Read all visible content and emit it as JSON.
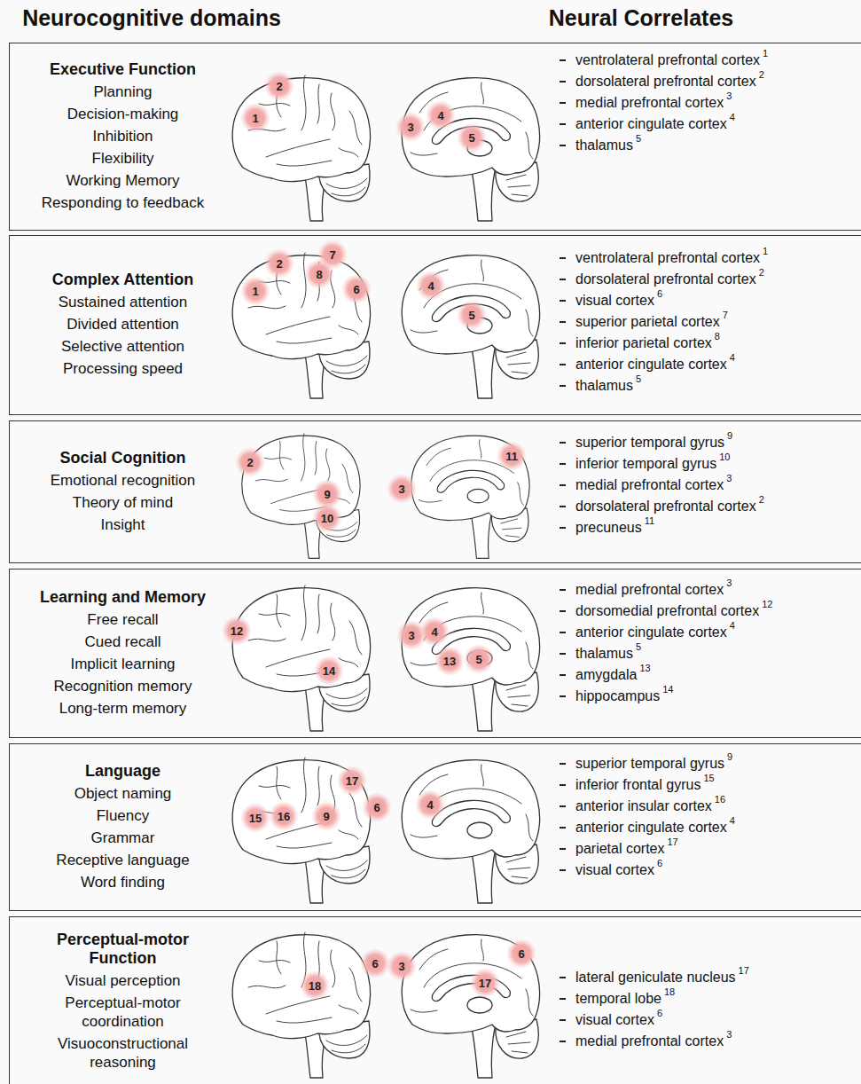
{
  "diagram": {
    "nodes": [
      {
        "text": [
          "Executive Function",
          "Planning",
          "Decision-making",
          "Inhibition",
          "Flexibility",
          "Working Memory",
          "Responding to feedback",
          "ventrolateral prefrontal cortex",
          "dorsolateral prefrontal cortex",
          "medial prefrontal cortex",
          "anterior cingulate cortex",
          "thalamus"
        ]
      },
      {
        "text": [
          "Complex Attention",
          "Sustained attention",
          "Divided attention",
          "Selective attention",
          "Processing speed",
          "ventrolateral prefrontal cortex",
          "dorsolateral prefrontal cortex",
          "visual cortex",
          "superior parietal cortex",
          "inferior parietal cortex",
          "anterior cingulate cortex",
          "thalamus"
        ]
      },
      {
        "text": [
          "Social Cognition",
          "Emotional recognition",
          "Theory of mind",
          "Insight",
          "superior temporal gyrus",
          "inferior temporal gyrus",
          "medial prefrontal cortex",
          "dorsolateral prefrontal cortex",
          "precuneus"
        ]
      },
      {
        "text": [
          "Learning and Memory",
          "Free recall",
          "Cued recall",
          "Implicit learning",
          "Recognition memory",
          "Long-term memory",
          "medial prefrontal cortex",
          "dorsomedial prefrontal cortex",
          "anterior cingulate cortex",
          "thalamus",
          "amygdala",
          "hippocampus"
        ]
      },
      {
        "text": [
          "Language",
          "Object naming",
          "Fluency",
          "Grammar",
          "Receptive language",
          "Word finding",
          "superior temporal gyrus",
          "inferior frontal gyrus",
          "anterior insular cortex",
          "anterior cingulate cortex",
          "parietal cortex",
          "visual cortex"
        ]
      },
      {
        "text": [
          "Perceptual-motor Function",
          "Visual perception",
          "Perceptual-motor coordination",
          "Visuoconstructional reasoning",
          "lateral geniculate nucleus",
          "temporal lobe",
          "visual cortex",
          "medial prefrontal cortex"
        ]
      }
    ],
    "labels": [
      "Neurocognitive domains",
      "Neural Correlates",
      "2",
      "1",
      "3",
      "4",
      "5",
      "1",
      "2",
      "3",
      "4",
      "5",
      "2",
      "7",
      "8",
      "1",
      "6",
      "4",
      "5",
      "1",
      "2",
      "6",
      "7",
      "8",
      "4",
      "5",
      "2",
      "9",
      "10",
      "11",
      "3",
      "9",
      "10",
      "3",
      "2",
      "11",
      "12",
      "14",
      "3",
      "4",
      "13",
      "5",
      "3",
      "12",
      "4",
      "5",
      "13",
      "14",
      "17",
      "15",
      "16",
      "9",
      "6",
      "4",
      "9",
      "15",
      "16",
      "4",
      "17",
      "6",
      "18",
      "6",
      "3",
      "17",
      "6",
      "17",
      "18",
      "6",
      "3"
    ]
  }
}
